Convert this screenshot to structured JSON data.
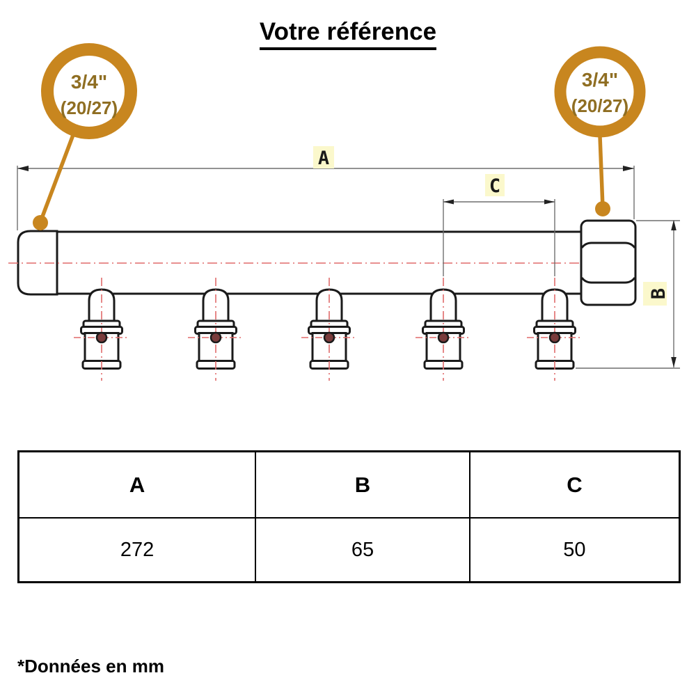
{
  "title": "Votre référence",
  "callouts": {
    "left": {
      "line1": "3/4\"",
      "line2": "(20/27)"
    },
    "right": {
      "line1": "3/4\"",
      "line2": "(20/27)"
    }
  },
  "dimensions": {
    "a": "A",
    "b": "B",
    "c": "C"
  },
  "table": {
    "headers": [
      "A",
      "B",
      "C"
    ],
    "values": [
      "272",
      "65",
      "50"
    ]
  },
  "footnote": "*Données en mm",
  "colors": {
    "accent_orange": "#C8861F",
    "callout_text": "#8F6E22",
    "label_highlight": "#FBF8CC",
    "centerline_red": "#E06A6A",
    "part_outline": "#1A1A1A",
    "dimension_gray": "#6E6E6E",
    "hole_fill": "#7A3B3B"
  }
}
